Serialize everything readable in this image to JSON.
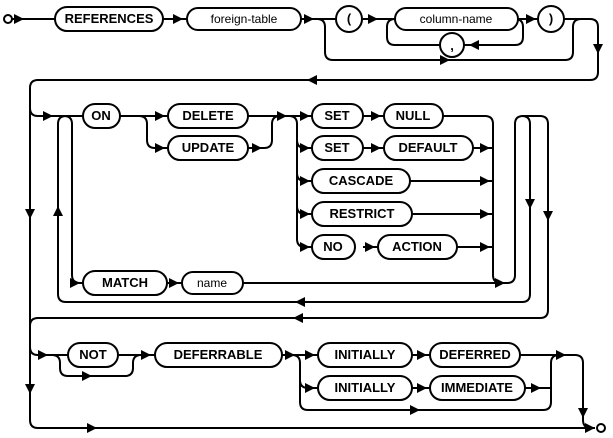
{
  "diagram": {
    "kind": "railroad-syntax-diagram",
    "line_color": "#000000",
    "background_color": "#ffffff",
    "nodes": {
      "references": {
        "label": "REFERENCES",
        "type": "keyword"
      },
      "foreign_table": {
        "label": "foreign-table",
        "type": "nonterminal"
      },
      "lparen": {
        "label": "(",
        "type": "punctuation"
      },
      "column_name": {
        "label": "column-name",
        "type": "nonterminal"
      },
      "comma": {
        "label": ",",
        "type": "punctuation"
      },
      "rparen": {
        "label": ")",
        "type": "punctuation"
      },
      "on": {
        "label": "ON",
        "type": "keyword"
      },
      "delete": {
        "label": "DELETE",
        "type": "keyword"
      },
      "update": {
        "label": "UPDATE",
        "type": "keyword"
      },
      "set_1": {
        "label": "SET",
        "type": "keyword"
      },
      "null": {
        "label": "NULL",
        "type": "keyword"
      },
      "set_2": {
        "label": "SET",
        "type": "keyword"
      },
      "default": {
        "label": "DEFAULT",
        "type": "keyword"
      },
      "cascade": {
        "label": "CASCADE",
        "type": "keyword"
      },
      "restrict": {
        "label": "RESTRICT",
        "type": "keyword"
      },
      "no": {
        "label": "NO",
        "type": "keyword"
      },
      "action": {
        "label": "ACTION",
        "type": "keyword"
      },
      "match": {
        "label": "MATCH",
        "type": "keyword"
      },
      "name": {
        "label": "name",
        "type": "nonterminal"
      },
      "not": {
        "label": "NOT",
        "type": "keyword"
      },
      "deferrable": {
        "label": "DEFERRABLE",
        "type": "keyword"
      },
      "initially_1": {
        "label": "INITIALLY",
        "type": "keyword"
      },
      "deferred": {
        "label": "DEFERRED",
        "type": "keyword"
      },
      "initially_2": {
        "label": "INITIALLY",
        "type": "keyword"
      },
      "immediate": {
        "label": "IMMEDIATE",
        "type": "keyword"
      }
    }
  }
}
